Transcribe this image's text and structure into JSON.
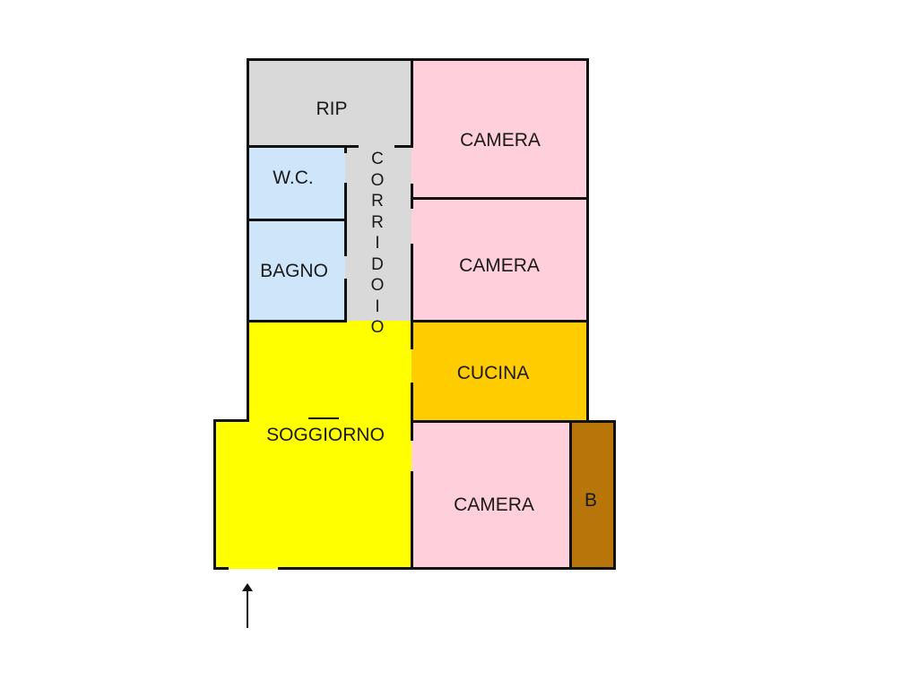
{
  "plan": {
    "rooms": {
      "rip": {
        "label": "RIP",
        "color": "#d9d9d9"
      },
      "wc": {
        "label": "W.C.",
        "color": "#cfe6fa"
      },
      "bagno": {
        "label": "BAGNO",
        "color": "#cfe6fa"
      },
      "corridoio": {
        "label": "CORRIDOIO",
        "letters": [
          "C",
          "O",
          "R",
          "R",
          "I",
          "D",
          "O",
          "I",
          "O"
        ],
        "color": "#d9d9d9"
      },
      "camera_1": {
        "label": "CAMERA",
        "color": "#ffcfdb"
      },
      "camera_2": {
        "label": "CAMERA",
        "color": "#ffcfdb"
      },
      "cucina": {
        "label": "CUCINA",
        "color": "#ffcc00"
      },
      "soggiorno": {
        "label": "SOGGIORNO",
        "color": "#ffff00"
      },
      "camera_3": {
        "label": "CAMERA",
        "color": "#ffcfdb"
      },
      "balcone": {
        "label": "B",
        "color": "#b8760a"
      }
    },
    "entrance_arrow": "up-arrow"
  }
}
